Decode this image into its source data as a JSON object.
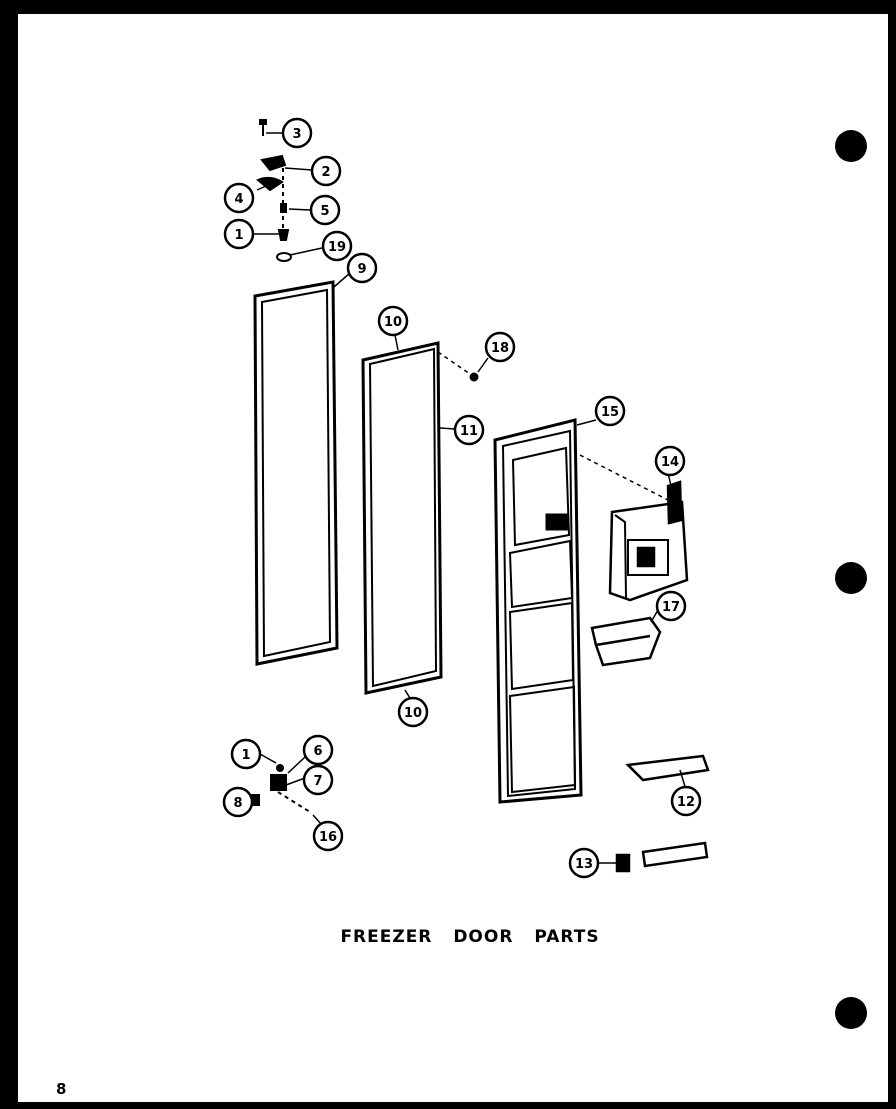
{
  "title": "FREEZER DOOR PARTS",
  "page_number": "8",
  "callouts": [
    "1",
    "2",
    "3",
    "4",
    "5",
    "6",
    "7",
    "8",
    "9",
    "10",
    "11",
    "12",
    "13",
    "14",
    "15",
    "16",
    "17",
    "18",
    "19"
  ]
}
